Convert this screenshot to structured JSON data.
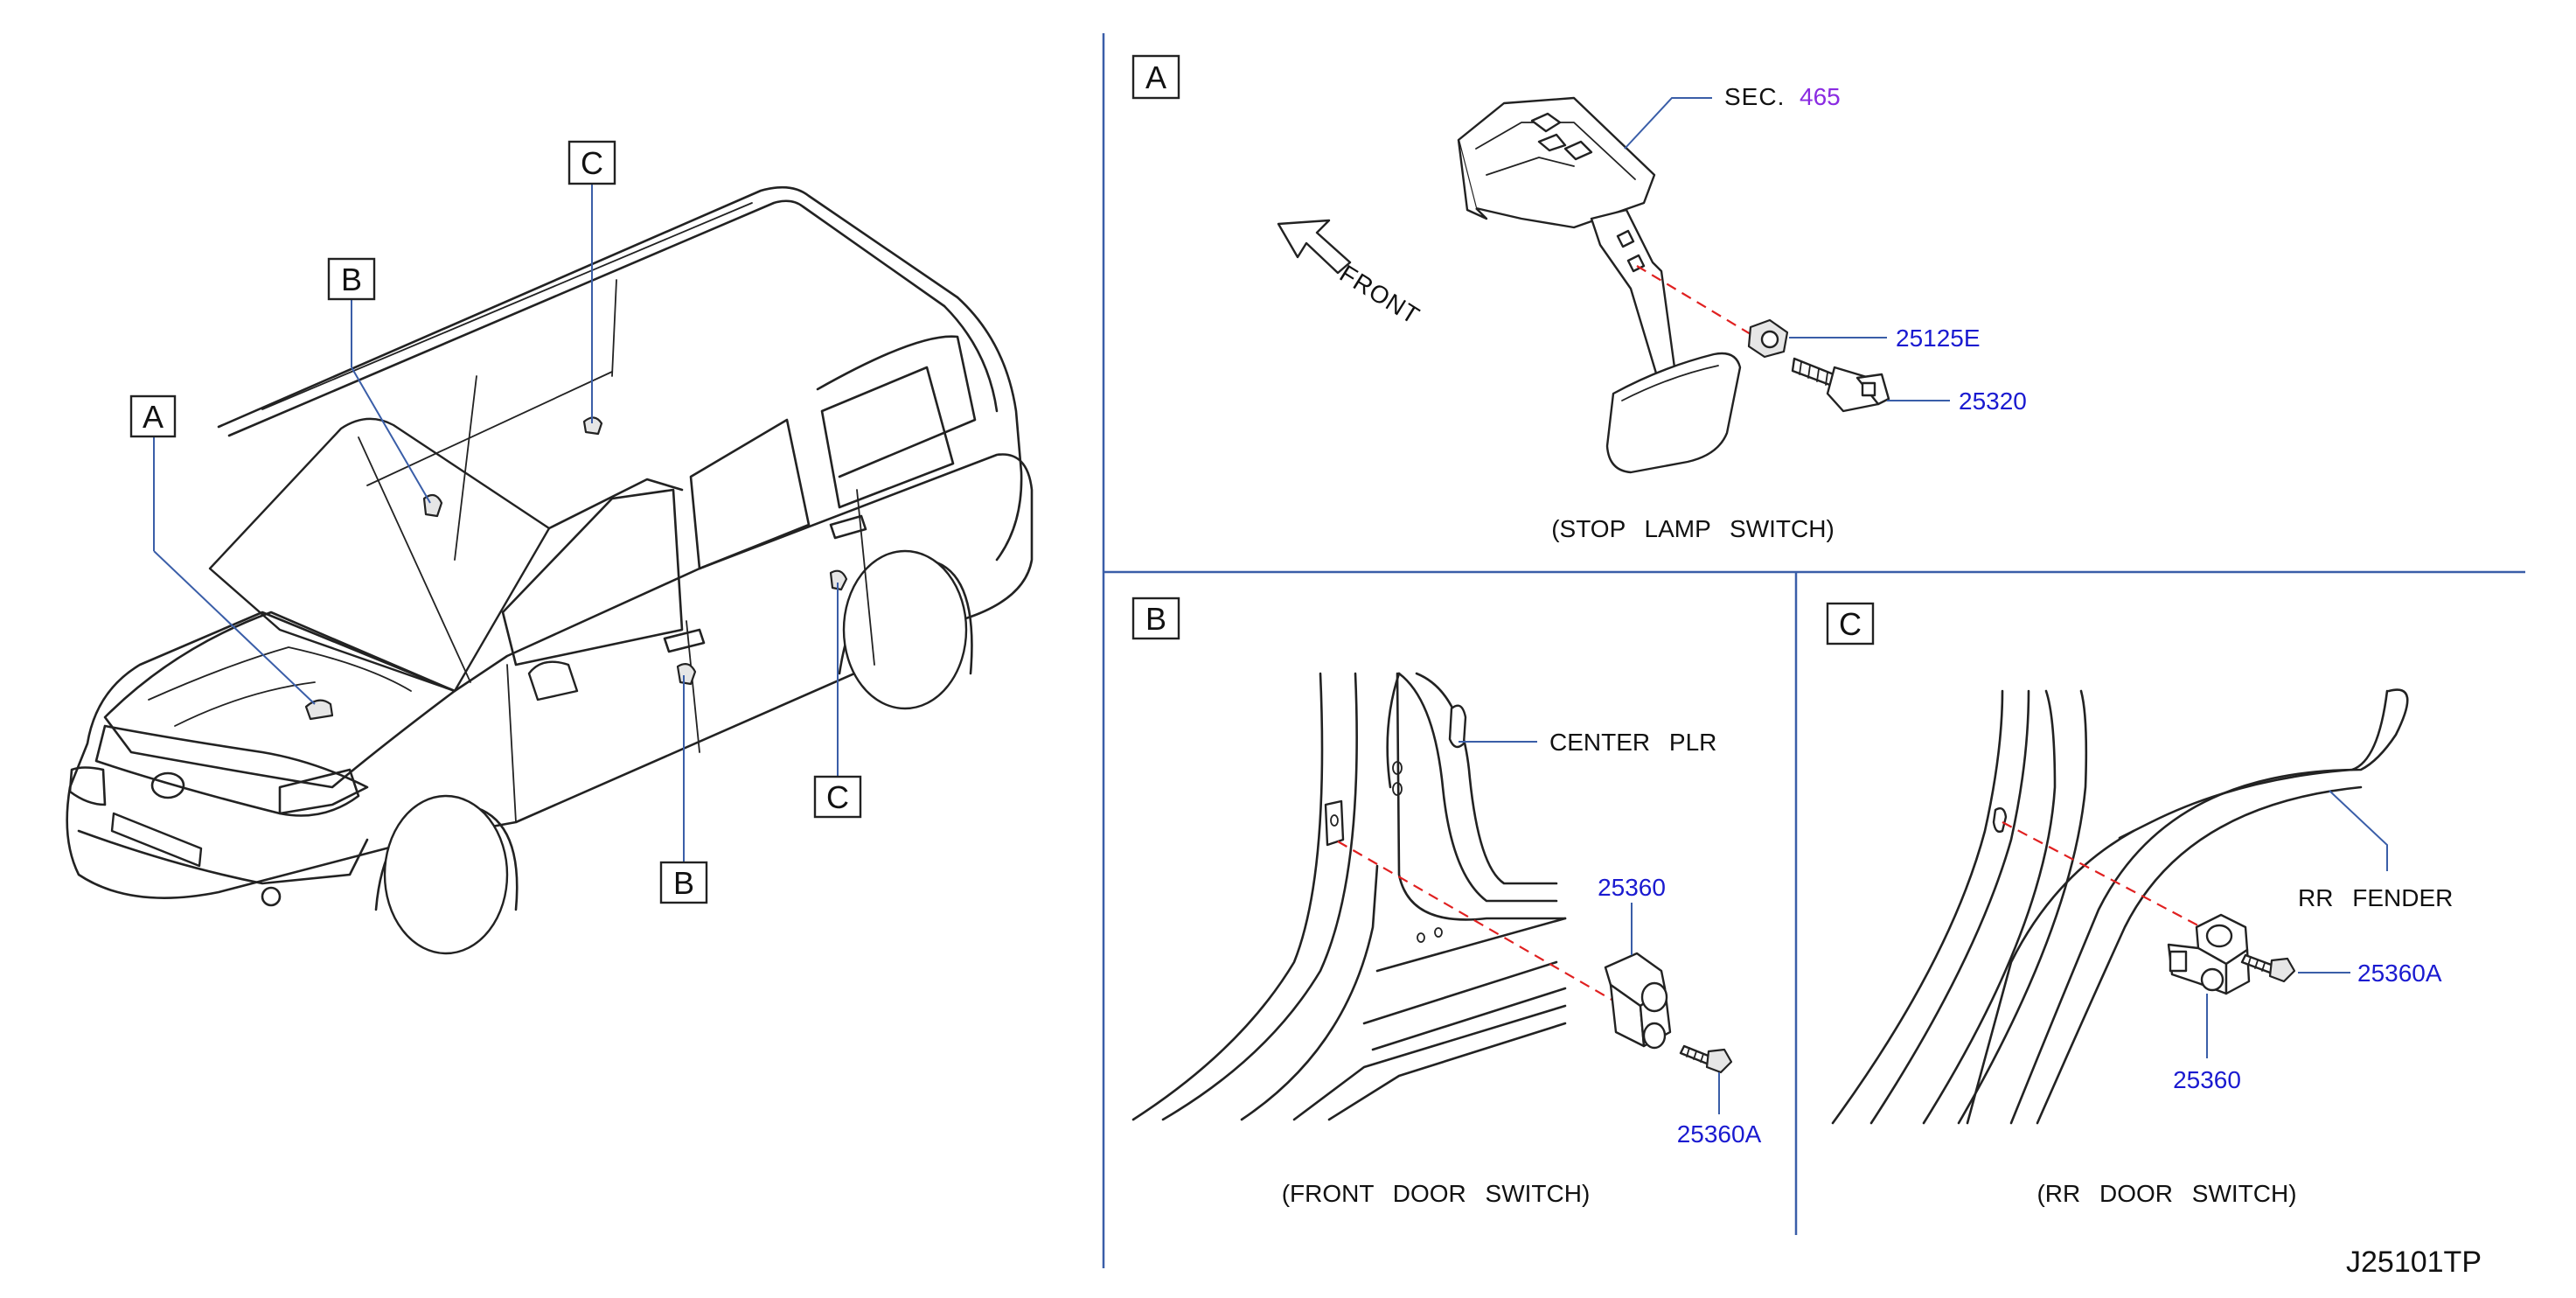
{
  "callouts": {
    "a": "A",
    "b": "B",
    "c": "C"
  },
  "panel_a": {
    "sec_prefix": "SEC.",
    "sec_number": "465",
    "front_label": "FRONT",
    "part_stopper": "25125E",
    "part_switch": "25320",
    "caption": "(STOP LAMP SWITCH)"
  },
  "panel_b": {
    "pillar_label": "CENTER PLR",
    "part_switch": "25360",
    "part_bolt": "25360A",
    "caption": "(FRONT DOOR SWITCH)"
  },
  "panel_c": {
    "fender_label": "RR FENDER",
    "part_switch": "25360",
    "part_bolt": "25360A",
    "caption": "(RR DOOR SWITCH)"
  },
  "diagram_code": "J25101TP",
  "colors": {
    "part_number": "#1a1ad0",
    "section_ref": "#8a2be2",
    "leader_line": "#3a5ea8",
    "mating_dash": "#e02020"
  }
}
